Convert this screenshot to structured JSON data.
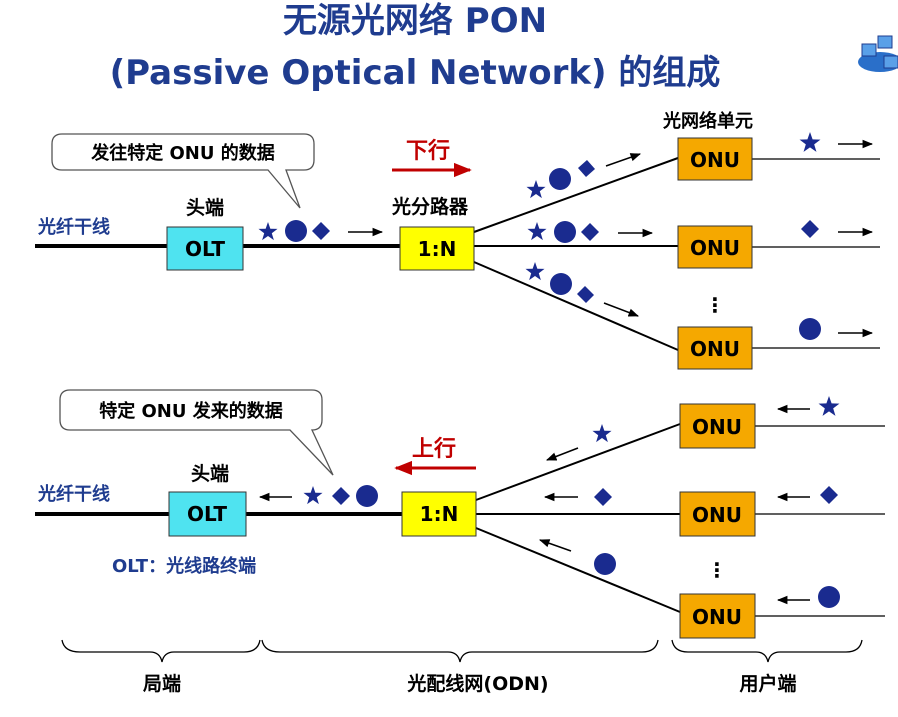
{
  "title": {
    "line1": "无源光网络 PON",
    "line2": "(Passive Optical Network) 的组成"
  },
  "downstream": {
    "callout": "发往特定 ONU 的数据",
    "direction": "下行",
    "trunk_label": "光纤干线",
    "headend_label": "头端",
    "olt": "OLT",
    "splitter_label": "光分路器",
    "splitter": "1:N",
    "onu_unit_label": "光网络单元",
    "onus": [
      "ONU",
      "ONU",
      "ONU"
    ],
    "ellipsis": "⋮"
  },
  "upstream": {
    "callout": "特定 ONU 发来的数据",
    "direction": "上行",
    "trunk_label": "光纤干线",
    "headend_label": "头端",
    "olt": "OLT",
    "olt_note": "OLT：光线路终端",
    "splitter": "1:N",
    "onus": [
      "ONU",
      "ONU",
      "ONU"
    ],
    "ellipsis": "⋮"
  },
  "sections": {
    "central_office": "局端",
    "odn": "光配线网(ODN)",
    "user_side": "用户端"
  },
  "icons": [
    "star-icon",
    "circle-icon",
    "diamond-icon",
    "arrow-right-icon",
    "arrow-left-icon",
    "network-logo-icon"
  ],
  "colors": {
    "title": "#1f3c8f",
    "olt_fill": "#4fe3f0",
    "splitter_fill": "#ffff00",
    "onu_fill": "#f5a800",
    "direction_arrow": "#c00000",
    "symbols": "#1a2b8f"
  }
}
